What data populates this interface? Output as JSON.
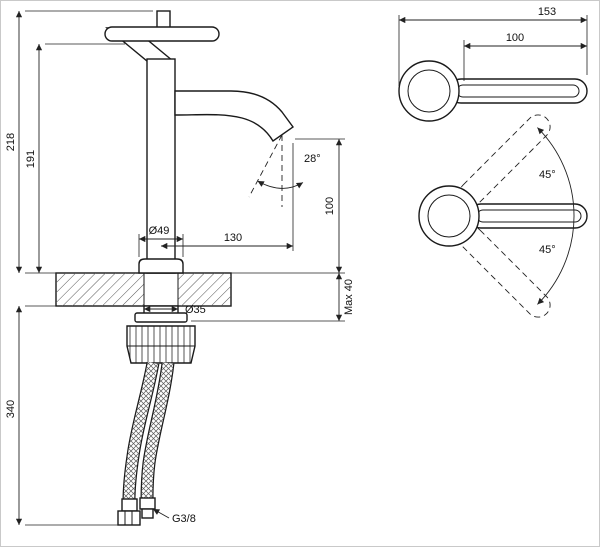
{
  "drawing_title": "basin-mixer-technical-drawing",
  "front_view": {
    "labels": {
      "height_total": "218",
      "height_body": "191",
      "base_dia": "Ø49",
      "reach": "130",
      "stream_angle": "28°",
      "outlet_height": "100",
      "thread_dia": "Ø35",
      "max_thickness": "Max 40",
      "hose_length": "340",
      "thread": "G3/8"
    }
  },
  "top_view": {
    "labels": {
      "length_total": "153",
      "handle_length": "100",
      "swing_up": "45°",
      "swing_down": "45°"
    }
  },
  "colors": {
    "line": "#1a1a1a",
    "dimension": "#222222",
    "hatch": "#555555",
    "background": "#ffffff"
  }
}
